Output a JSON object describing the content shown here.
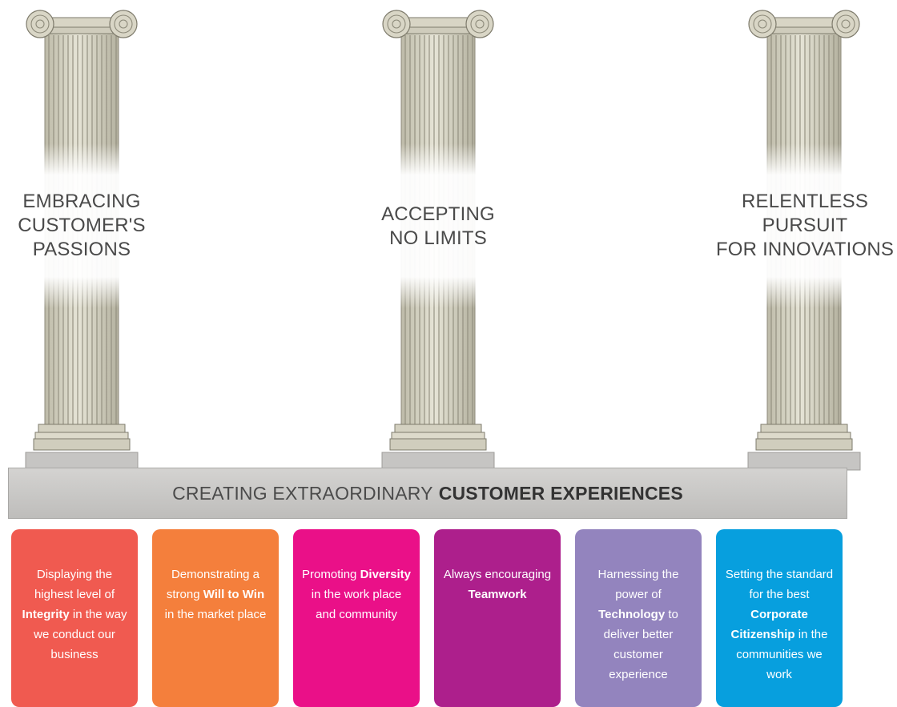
{
  "pillars": [
    {
      "label": "EMBRACING\nCUSTOMER'S\nPASSIONS"
    },
    {
      "label": "ACCEPTING\nNO LIMITS"
    },
    {
      "label": "RELENTLESS\nPURSUIT\nFOR INNOVATIONS"
    }
  ],
  "foundation": {
    "text_regular": "CREATING EXTRAORDINARY",
    "text_bold": "CUSTOMER EXPERIENCES"
  },
  "values": [
    {
      "color": "#f05a50",
      "parts": [
        {
          "t": "Displaying the highest level of "
        },
        {
          "t": "Integrity",
          "b": true
        },
        {
          "t": " in the way we conduct our business"
        }
      ]
    },
    {
      "color": "#f47f3c",
      "parts": [
        {
          "t": "Demonstrating a strong "
        },
        {
          "t": "Will to Win",
          "b": true
        },
        {
          "t": " in the market place"
        }
      ]
    },
    {
      "color": "#ea1088",
      "parts": [
        {
          "t": "Promoting "
        },
        {
          "t": "Diversity",
          "b": true
        },
        {
          "t": " in the work place and community"
        }
      ]
    },
    {
      "color": "#ad1f8c",
      "parts": [
        {
          "t": "Always encouraging "
        },
        {
          "t": "Teamwork",
          "b": true
        }
      ]
    },
    {
      "color": "#9384be",
      "parts": [
        {
          "t": "Harnessing the power of "
        },
        {
          "t": "Technology",
          "b": true
        },
        {
          "t": " to deliver better customer experience"
        }
      ]
    },
    {
      "color": "#079fde",
      "parts": [
        {
          "t": "Setting the standard for the best "
        },
        {
          "t": "Corporate Citizenship",
          "b": true
        },
        {
          "t": " in the communities we work"
        }
      ]
    }
  ]
}
